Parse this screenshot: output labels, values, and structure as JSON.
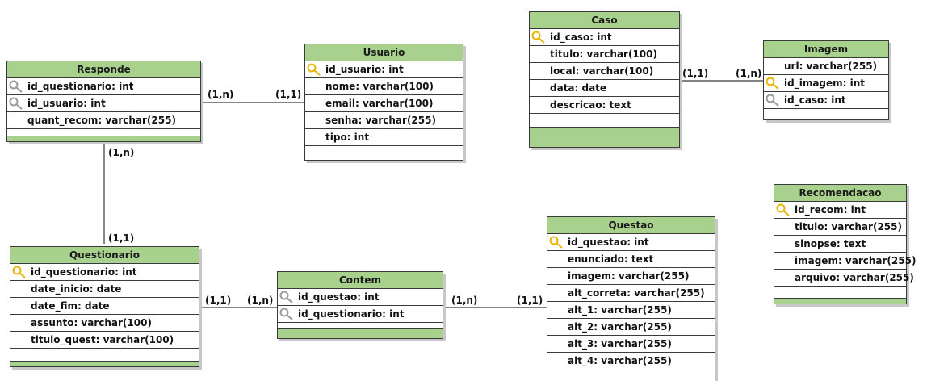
{
  "entities": {
    "responde": {
      "title": "Responde",
      "rows": [
        "id_questionario: int",
        "id_usuario: int",
        "quant_recom: varchar(255)"
      ]
    },
    "usuario": {
      "title": "Usuario",
      "rows": [
        "id_usuario: int",
        "nome: varchar(100)",
        "email: varchar(100)",
        "senha: varchar(255)",
        "tipo: int"
      ]
    },
    "caso": {
      "title": "Caso",
      "rows": [
        "id_caso: int",
        "titulo: varchar(100)",
        "local: varchar(100)",
        "data: date",
        "descricao: text"
      ]
    },
    "imagem": {
      "title": "Imagem",
      "rows": [
        "url: varchar(255)",
        "id_imagem: int",
        "id_caso: int"
      ]
    },
    "recomendacao": {
      "title": "Recomendacao",
      "rows": [
        "id_recom: int",
        "titulo: varchar(255)",
        "sinopse: text",
        "imagem: varchar(255)",
        "arquivo: varchar(255)"
      ]
    },
    "questionario": {
      "title": "Questionario",
      "rows": [
        "id_questionario: int",
        "date_inicio: date",
        "date_fim: date",
        "assunto: varchar(100)",
        "titulo_quest: varchar(100)"
      ]
    },
    "contem": {
      "title": "Contem",
      "rows": [
        "id_questao: int",
        "id_questionario: int"
      ]
    },
    "questao": {
      "title": "Questao",
      "rows": [
        "id_questao: int",
        "enunciado: text",
        "imagem: varchar(255)",
        "alt_correta: varchar(255)",
        "alt_1: varchar(255)",
        "alt_2: varchar(255)",
        "alt_3: varchar(255)",
        "alt_4: varchar(255)"
      ]
    }
  },
  "cardinalities": {
    "responde_usuario_a": "(1,n)",
    "responde_usuario_b": "(1,1)",
    "caso_imagem_a": "(1,1)",
    "caso_imagem_b": "(1,n)",
    "responde_questionario_a": "(1,n)",
    "responde_questionario_b": "(1,1)",
    "questionario_contem_a": "(1,1)",
    "questionario_contem_b": "(1,n)",
    "contem_questao_a": "(1,n)",
    "contem_questao_b": "(1,1)"
  },
  "colors": {
    "header": "#a9d18e",
    "border": "#3a3a3a",
    "key_gold": "#e8b400",
    "key_gray": "#9a9a9a"
  }
}
